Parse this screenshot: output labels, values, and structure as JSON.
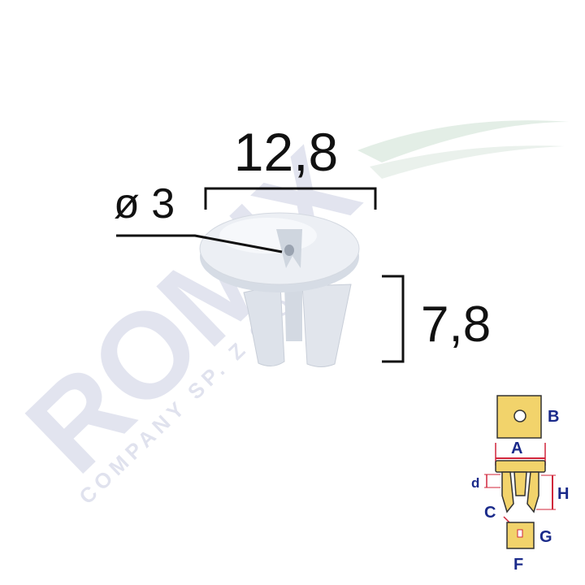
{
  "watermark": {
    "brand": "ROMIX",
    "tagline": "COMPANY SP. Z O.O.",
    "color": "#d9dcea"
  },
  "dimensions": {
    "width": "12,8",
    "diameter": "ø 3",
    "height": "7,8"
  },
  "legend": {
    "labels": {
      "a": "A",
      "b": "B",
      "c": "C",
      "d": "d",
      "f": "F",
      "g": "G",
      "h": "H"
    },
    "label_color": "#1a2a8a",
    "line_color": "#d0243a",
    "part_fill": "#f2d36b"
  },
  "part": {
    "color": "#e4e8ee"
  }
}
